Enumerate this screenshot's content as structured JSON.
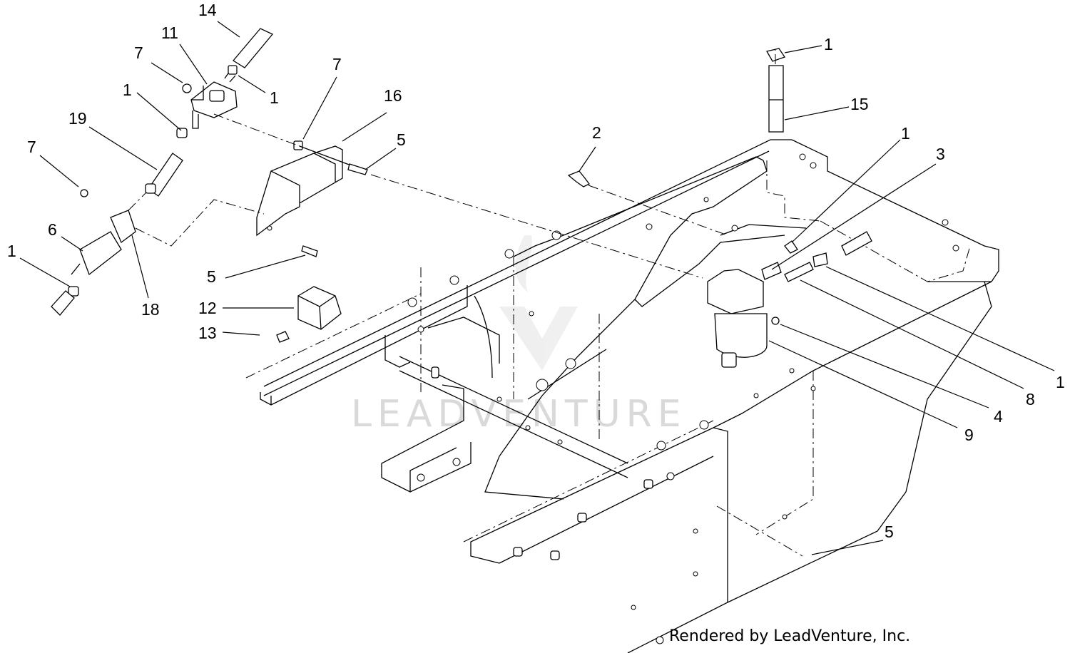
{
  "watermark": "LEADVENTURE",
  "credit": "Rendered by LeadVenture, Inc.",
  "callouts": [
    {
      "id": "c1",
      "text": "14"
    },
    {
      "id": "c2",
      "text": "11"
    },
    {
      "id": "c3",
      "text": "7"
    },
    {
      "id": "c4",
      "text": "1"
    },
    {
      "id": "c5",
      "text": "1"
    },
    {
      "id": "c6",
      "text": "19"
    },
    {
      "id": "c7",
      "text": "7"
    },
    {
      "id": "c8",
      "text": "6"
    },
    {
      "id": "c9",
      "text": "1"
    },
    {
      "id": "c10",
      "text": "18"
    },
    {
      "id": "c11",
      "text": "7"
    },
    {
      "id": "c12",
      "text": "16"
    },
    {
      "id": "c13",
      "text": "5"
    },
    {
      "id": "c14",
      "text": "5"
    },
    {
      "id": "c15",
      "text": "12"
    },
    {
      "id": "c16",
      "text": "13"
    },
    {
      "id": "c17",
      "text": "2"
    },
    {
      "id": "c18",
      "text": "1"
    },
    {
      "id": "c19",
      "text": "15"
    },
    {
      "id": "c20",
      "text": "1"
    },
    {
      "id": "c21",
      "text": "3"
    },
    {
      "id": "c22",
      "text": "1"
    },
    {
      "id": "c23",
      "text": "8"
    },
    {
      "id": "c24",
      "text": "4"
    },
    {
      "id": "c25",
      "text": "9"
    },
    {
      "id": "c26",
      "text": "5"
    }
  ]
}
